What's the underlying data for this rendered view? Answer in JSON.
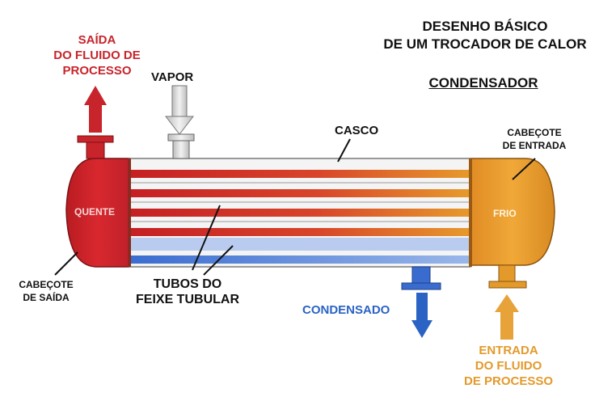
{
  "title": {
    "line1": "DESENHO BÁSICO",
    "line2": "DE UM TROCADOR DE CALOR",
    "subtitle": "CONDENSADOR"
  },
  "labels": {
    "outlet": [
      "SAÍDA",
      "DO FLUIDO DE",
      "PROCESSO"
    ],
    "vapor": "VAPOR",
    "shell": "CASCO",
    "inlet_head": [
      "CABEÇOTE",
      "DE ENTRADA"
    ],
    "hot": "QUENTE",
    "cold": "FRIO",
    "outlet_head": [
      "CABEÇOTE",
      "DE SAÍDA"
    ],
    "tubes": [
      "TUBOS DO",
      "FEIXE TUBULAR"
    ],
    "condensate": "CONDENSADO",
    "inlet": [
      "ENTRADA",
      "DO FLUIDO",
      "DE PROCESSO"
    ]
  },
  "colors": {
    "hot": "#c8242b",
    "cold": "#e79a2c",
    "condensate": "#2a63c4",
    "vapor": "#d9d9d9"
  }
}
